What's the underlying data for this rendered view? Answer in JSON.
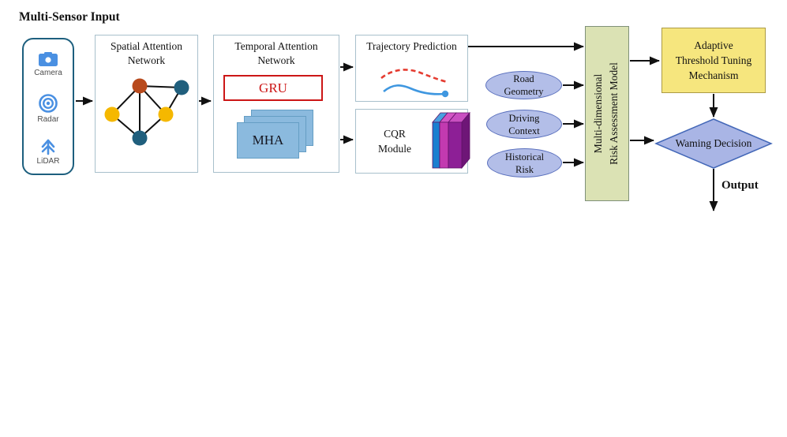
{
  "figure_title": "Multi-Sensor Input",
  "sensors": {
    "items": [
      {
        "label": "Camera",
        "icon": "camera-icon"
      },
      {
        "label": "Radar",
        "icon": "radar-icon"
      },
      {
        "label": "LiDAR",
        "icon": "lidar-icon"
      }
    ]
  },
  "spatial": {
    "title_line1": "Spatial Attention",
    "title_line2": "Network"
  },
  "temporal": {
    "title_line1": "Temporal Attention",
    "title_line2": "Network",
    "gru_label": "GRU",
    "mha_label": "MHA"
  },
  "trajectory": {
    "title": "Trajectory Prediction"
  },
  "cqr": {
    "line1": "CQR",
    "line2": "Module"
  },
  "context_factors": [
    {
      "line1": "Road",
      "line2": "Geometry"
    },
    {
      "line1": "Driving",
      "line2": "Context"
    },
    {
      "line1": "Historical",
      "line2": "Risk"
    }
  ],
  "risk_model": {
    "line1": "Multi-dimensional",
    "line2": "Risk Assessment Model"
  },
  "adaptive": {
    "line1": "Adaptive",
    "line2": "Threshold Tuning",
    "line3": "Mechanism"
  },
  "decision": {
    "label": "Waming Decision"
  },
  "output_label": "Output",
  "colors": {
    "panel_border": "#1d5f7e",
    "module_border": "#a8c0cc",
    "node_orange": "#b84a1d",
    "node_teal": "#205f7d",
    "node_yellow": "#f5b800",
    "gru_red": "#cc1616",
    "mha_blue": "#8bbade",
    "trajectory_red": "#e53c31",
    "trajectory_blue": "#3f97e0",
    "cqr_blue": "#1b7fd0",
    "cqr_magenta": "#c23ab0",
    "cqr_purple": "#8d1f96",
    "ellipse_fill": "#b3bee8",
    "ellipse_border": "#5a70bd",
    "risk_fill": "#dbe2b4",
    "adaptive_fill": "#f6e67e",
    "diamond_fill": "#a9b5e5",
    "diamond_border": "#4468b8",
    "sensor_icon_blue": "#4a90e2",
    "arrow": "#111111"
  }
}
